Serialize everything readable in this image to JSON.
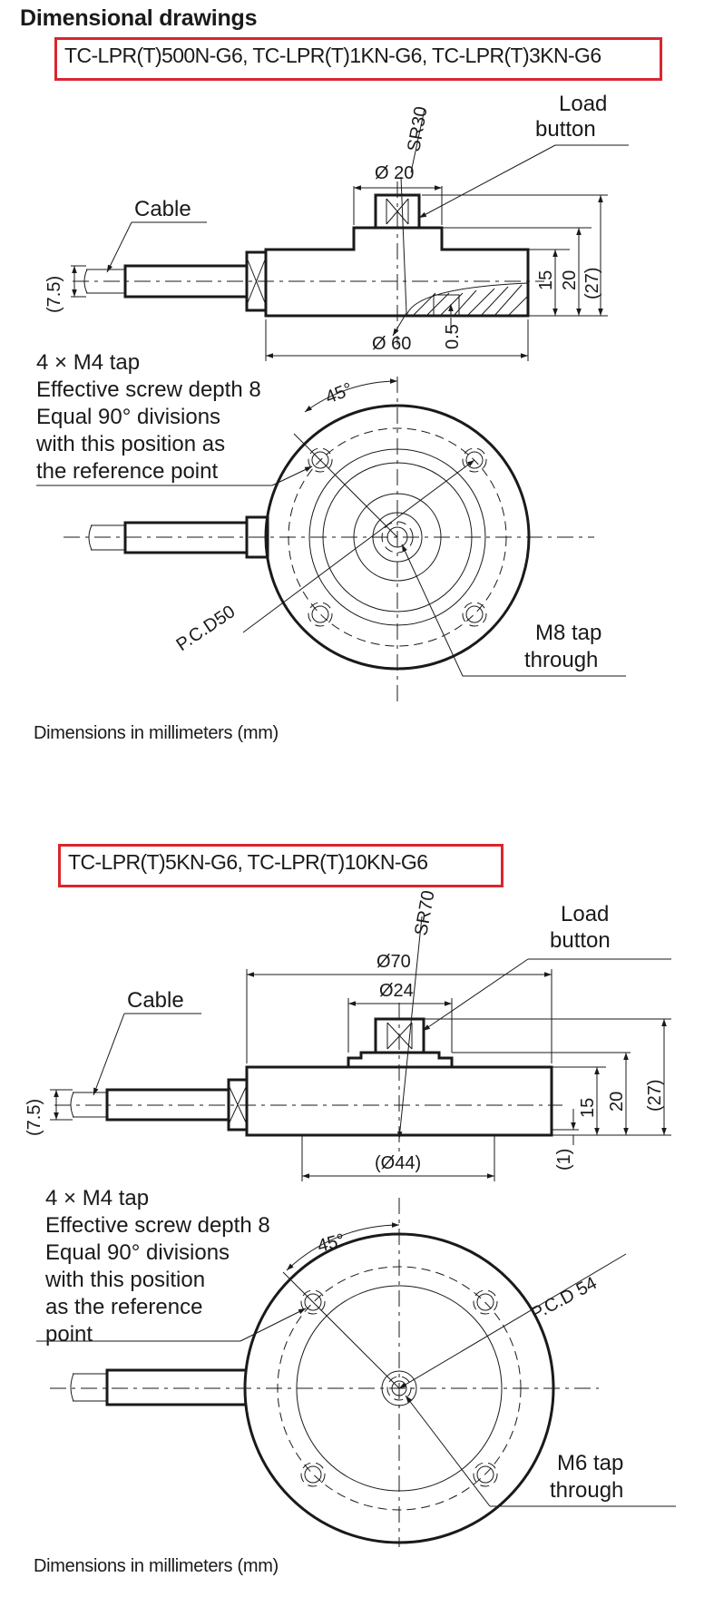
{
  "heading": "Dimensional drawings",
  "units_note": "Dimensions in millimeters (mm)",
  "section1": {
    "models": "TC-LPR(T)500N-G6, TC-LPR(T)1KN-G6, TC-LPR(T)3KN-G6",
    "side": {
      "load_button_1": "Load",
      "load_button_2": "button",
      "cable": "Cable",
      "sr": "SR30",
      "dia_top": "Ø 20",
      "dia_body": "Ø 60",
      "cable_dia": "(7.5)",
      "h15": "15",
      "h20": "20",
      "h27": "(27)",
      "gap": "0.5"
    },
    "top": {
      "tap_1": "4 × M4 tap",
      "tap_2": "Effective screw depth 8",
      "tap_3": "Equal 90° divisions",
      "tap_4": "with this position as",
      "tap_5": "the reference point",
      "angle": "45°",
      "pcd": "P.C.D50",
      "center_tap_1": "M8 tap",
      "center_tap_2": "through"
    }
  },
  "section2": {
    "models": "TC-LPR(T)5KN-G6, TC-LPR(T)10KN-G6",
    "side": {
      "load_button_1": "Load",
      "load_button_2": "button",
      "cable": "Cable",
      "sr": "SR70",
      "dia_body": "Ø70",
      "dia_top": "Ø24",
      "dia_bottom": "(Ø44)",
      "cable_dia": "(7.5)",
      "h15": "15",
      "h20": "20",
      "h27": "(27)",
      "gap": "(1)"
    },
    "top": {
      "tap_1": "4 × M4 tap",
      "tap_2": "Effective screw depth 8",
      "tap_3": "Equal 90° divisions",
      "tap_4": "with this position",
      "tap_5": "as the reference",
      "tap_6": "point",
      "angle": "45°",
      "pcd": "P.C.D 54",
      "center_tap_1": "M6 tap",
      "center_tap_2": "through"
    }
  }
}
